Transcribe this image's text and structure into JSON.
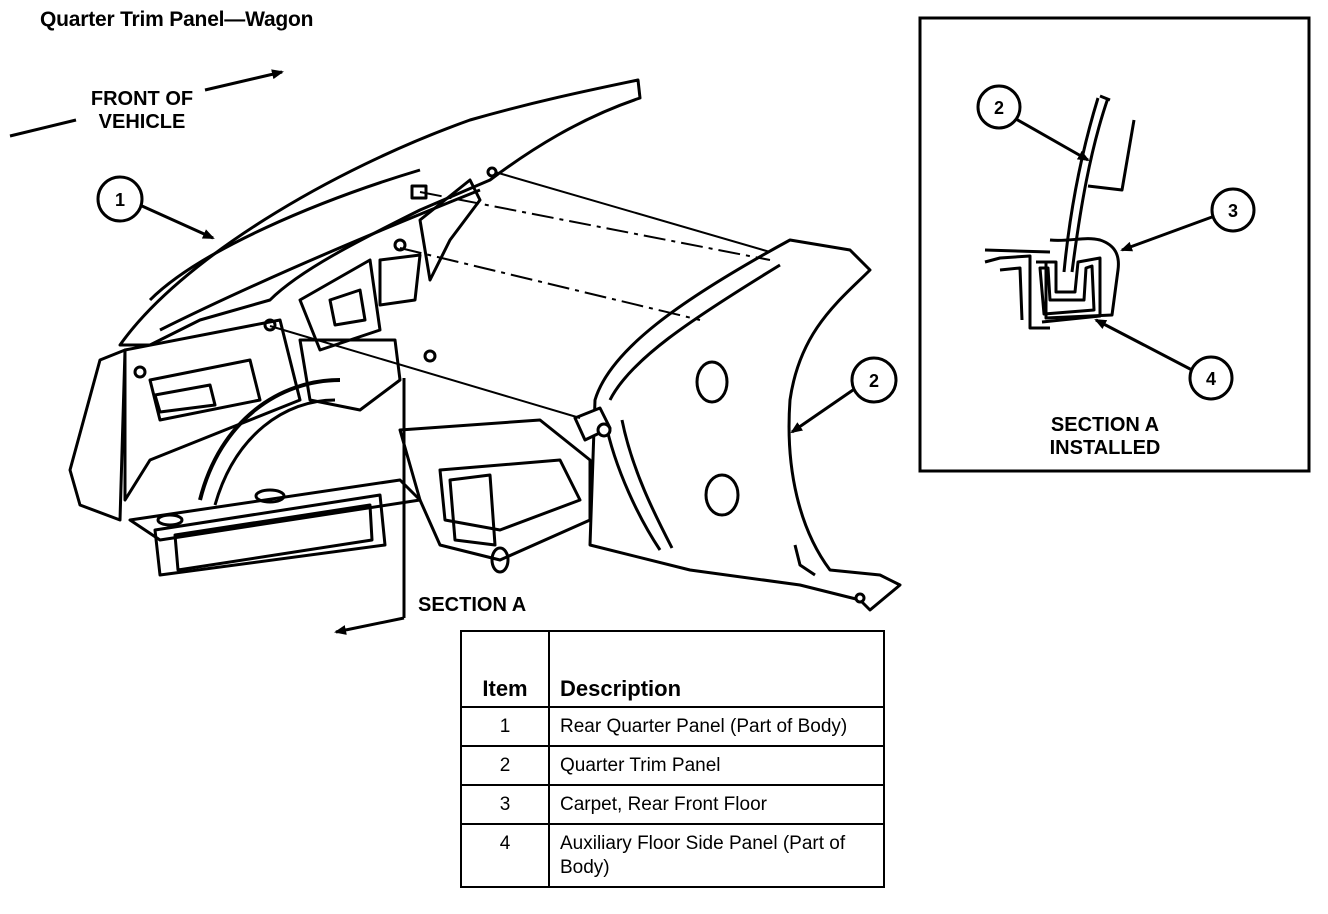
{
  "title": "Quarter Trim Panel—Wagon",
  "direction_label": [
    "FRONT OF",
    "VEHICLE"
  ],
  "section_label": "SECTION A",
  "inset_caption": [
    "SECTION A",
    "INSTALLED"
  ],
  "callouts": {
    "main_1": "1",
    "main_2": "2",
    "inset_2": "2",
    "inset_3": "3",
    "inset_4": "4"
  },
  "legend": {
    "headers": {
      "item": "Item",
      "description": "Description"
    },
    "rows": [
      {
        "item": "1",
        "description": "Rear Quarter Panel (Part of Body)"
      },
      {
        "item": "2",
        "description": "Quarter Trim Panel"
      },
      {
        "item": "3",
        "description": "Carpet, Rear Front Floor"
      },
      {
        "item": "4",
        "description": "Auxiliary Floor Side Panel (Part of Body)"
      }
    ]
  }
}
